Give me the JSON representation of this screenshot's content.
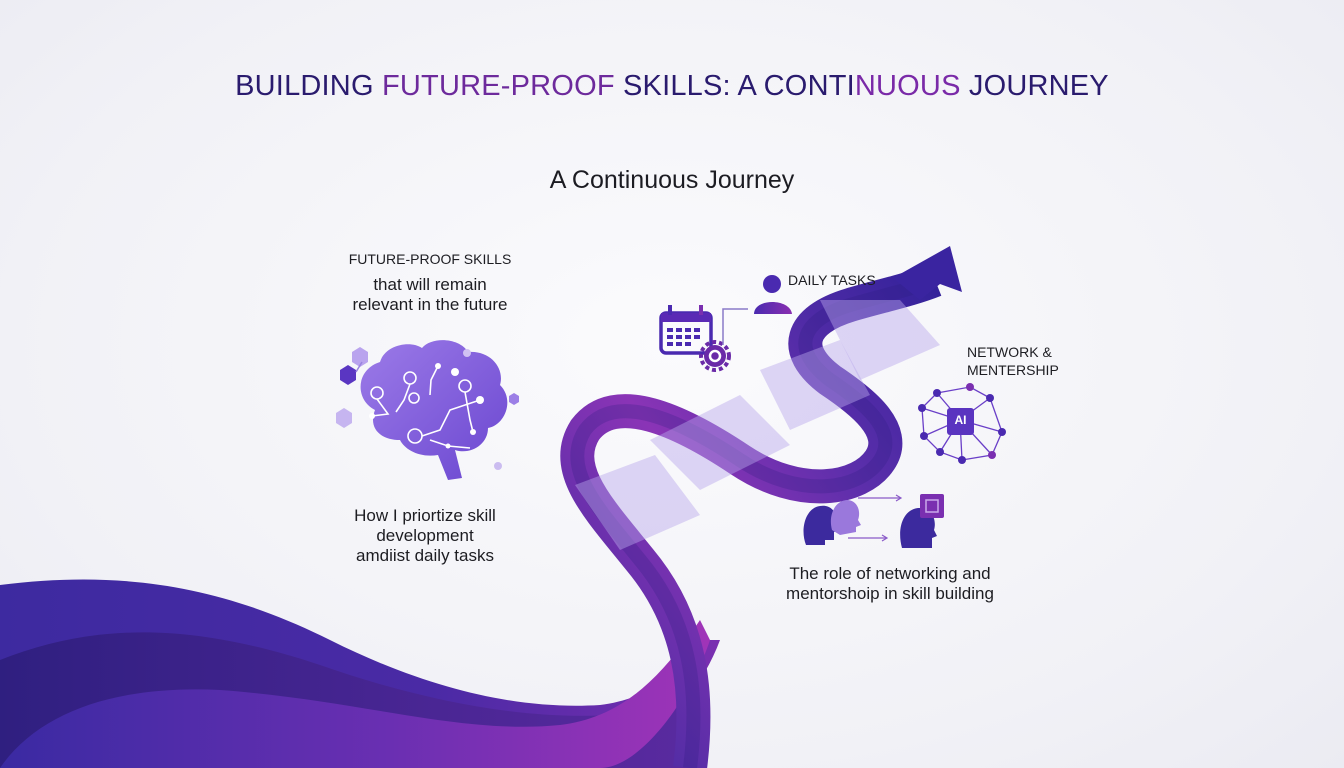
{
  "header": {
    "title_parts": [
      "BUILDING ",
      "FUTURE-PROOF",
      " SKILLS: A CONTI",
      "NUOUS",
      " JOURNEY"
    ],
    "title_full": "BUILDING FUTURE-PROOF SKILLS: A CONTINUOUS JOURNEY",
    "subtitle": "A Continuous Journey"
  },
  "sections": {
    "future_proof": {
      "heading": "FUTURE-PROOF SKILLS",
      "line1": "that will remain",
      "line2": "relevant in the future",
      "icon": "brain-circuit-icon"
    },
    "prioritize": {
      "line1": "How I priortize skill",
      "line2": "development",
      "line3": "amdiist daily tasks"
    },
    "daily_tasks": {
      "heading": "DAILY TASKS",
      "icons": [
        "person-icon",
        "calendar-gear-icon"
      ]
    },
    "network": {
      "heading_line1": "NETWORK &",
      "heading_line2": "MENTERSHIP",
      "chip_label": "AI",
      "icon": "ai-network-icon"
    },
    "mentorship": {
      "line1": "The role of networking and",
      "line2": "mentorshoip in skill building",
      "icon": "mentor-heads-icon"
    }
  },
  "colors": {
    "deep_indigo": "#3a2a9a",
    "purple": "#6a32b8",
    "magenta": "#9a34b8",
    "lavender": "#c9b8ee",
    "title": "#2a1b6e"
  }
}
